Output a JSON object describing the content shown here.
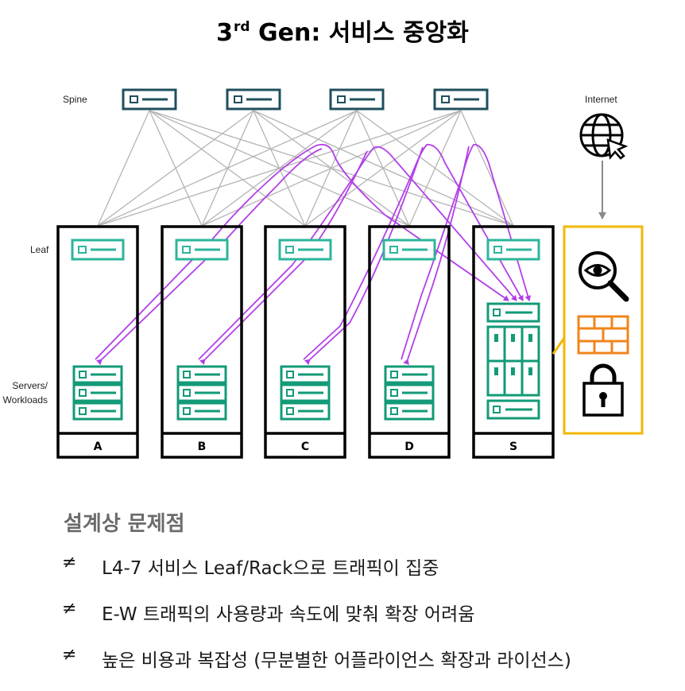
{
  "title": {
    "prefix": "3",
    "sup": "rd",
    "rest": " Gen: 서비스 중앙화"
  },
  "labels": {
    "spine": "Spine",
    "leaf": "Leaf",
    "servers_line1": "Servers/",
    "servers_line2": "Workloads",
    "internet": "Internet"
  },
  "racks": [
    "A",
    "B",
    "C",
    "D",
    "S"
  ],
  "colors": {
    "spine": "#1f4f5c",
    "leaf": "#2cb59b",
    "server": "#139a78",
    "traffic": "#b23fe8",
    "mesh": "#b4b4b4",
    "services_border": "#f2b705",
    "firewall": "#f0851b"
  },
  "icons": [
    "globe-cursor-icon",
    "magnifier-eye-icon",
    "firewall-icon",
    "padlock-icon"
  ],
  "section_title": "설계상 문제점",
  "bullet_mark": "≠",
  "bullets": [
    "L4-7 서비스 Leaf/Rack으로 트래픽이 집중",
    "E-W 트래픽의 사용량과 속도에 맞춰 확장 어려움",
    "높은 비용과 복잡성 (무분별한 어플라이언스 확장과 라이선스)"
  ]
}
